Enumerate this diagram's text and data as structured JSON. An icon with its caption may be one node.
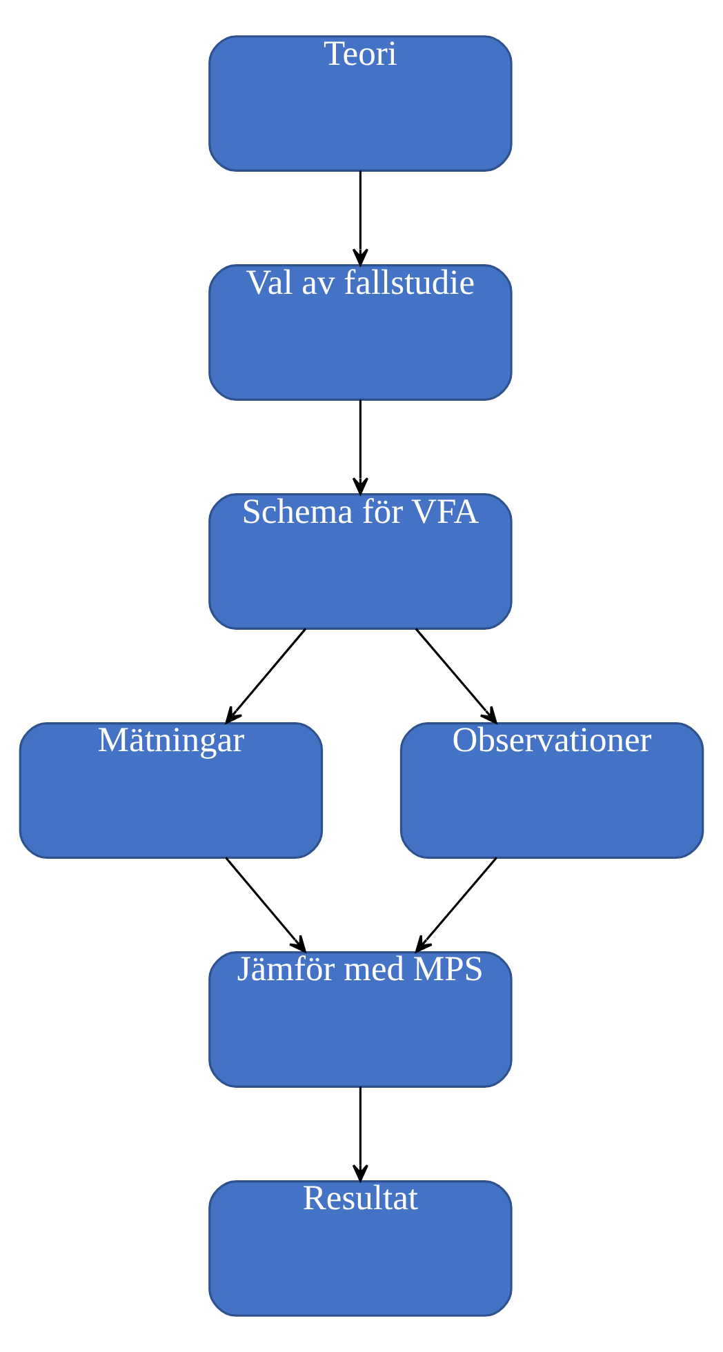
{
  "diagram": {
    "nodes": [
      {
        "text": [
          "Teori"
        ]
      },
      {
        "text": [
          "Val av fallstudie"
        ]
      },
      {
        "text": [
          "Schema för VFA"
        ]
      },
      {
        "text": [
          "Mätningar"
        ]
      },
      {
        "text": [
          "Observationer"
        ]
      },
      {
        "text": [
          "Jämför med MPS"
        ]
      },
      {
        "text": [
          "Resultat"
        ]
      }
    ],
    "edges": [
      {
        "from": 0,
        "to": 1,
        "arrow": "to"
      },
      {
        "from": 1,
        "to": 2,
        "arrow": "to"
      },
      {
        "from": 2,
        "to": 3,
        "arrow": "to"
      },
      {
        "from": 2,
        "to": 4,
        "arrow": "to"
      },
      {
        "from": 3,
        "to": 5,
        "arrow": "to"
      },
      {
        "from": 4,
        "to": 5,
        "arrow": "to"
      },
      {
        "from": 5,
        "to": 6,
        "arrow": "to"
      }
    ]
  }
}
